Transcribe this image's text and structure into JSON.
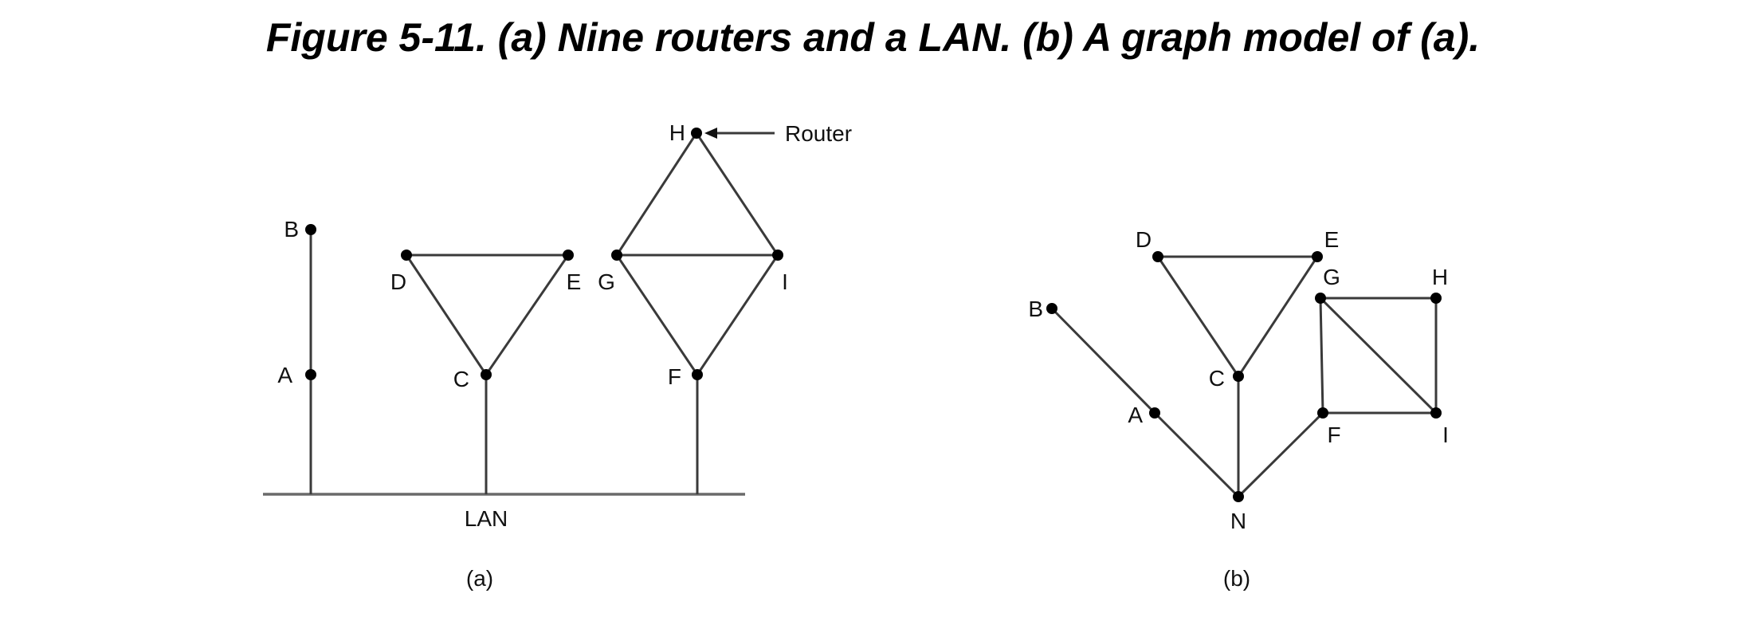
{
  "title": "Figure 5-11. (a) Nine routers and a LAN. (b) A graph model of (a).",
  "panel_a": {
    "caption": "(a)",
    "lan_label": "LAN",
    "router_annotation": "Router",
    "nodes": [
      "A",
      "B",
      "C",
      "D",
      "E",
      "F",
      "G",
      "H",
      "I"
    ],
    "edges": [
      [
        "A",
        "B"
      ],
      [
        "C",
        "D"
      ],
      [
        "C",
        "E"
      ],
      [
        "D",
        "E"
      ],
      [
        "F",
        "G"
      ],
      [
        "F",
        "I"
      ],
      [
        "G",
        "H"
      ],
      [
        "G",
        "I"
      ],
      [
        "H",
        "I"
      ]
    ],
    "lan_attached": [
      "A",
      "C",
      "F"
    ]
  },
  "panel_b": {
    "caption": "(b)",
    "nodes": [
      "A",
      "B",
      "C",
      "D",
      "E",
      "F",
      "G",
      "H",
      "I",
      "N"
    ],
    "edges": [
      [
        "B",
        "A"
      ],
      [
        "A",
        "N"
      ],
      [
        "C",
        "N"
      ],
      [
        "F",
        "N"
      ],
      [
        "C",
        "D"
      ],
      [
        "C",
        "E"
      ],
      [
        "D",
        "E"
      ],
      [
        "G",
        "H"
      ],
      [
        "H",
        "I"
      ],
      [
        "G",
        "I"
      ],
      [
        "G",
        "F"
      ],
      [
        "F",
        "I"
      ]
    ]
  }
}
